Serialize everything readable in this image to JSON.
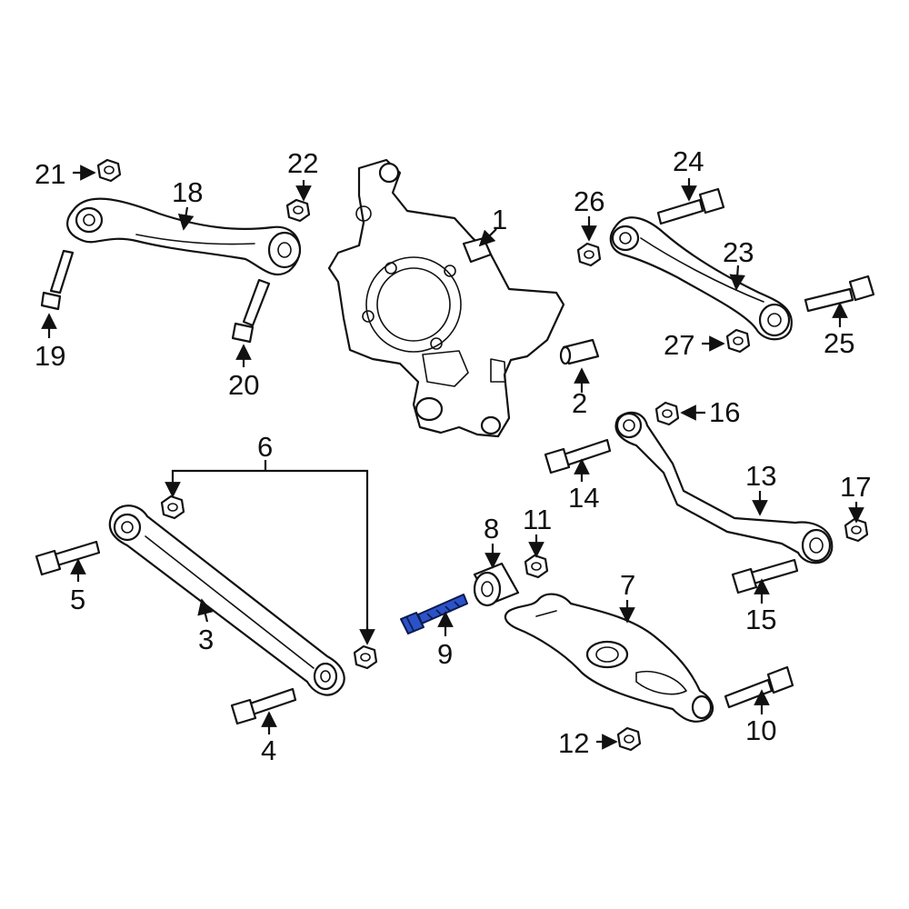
{
  "diagram": {
    "highlight_color": "#2b52c8",
    "highlighted_part": "9",
    "callouts": [
      {
        "id": "c1",
        "text": "1"
      },
      {
        "id": "c2",
        "text": "2"
      },
      {
        "id": "c3",
        "text": "3"
      },
      {
        "id": "c4",
        "text": "4"
      },
      {
        "id": "c5",
        "text": "5"
      },
      {
        "id": "c6",
        "text": "6"
      },
      {
        "id": "c7",
        "text": "7"
      },
      {
        "id": "c8",
        "text": "8"
      },
      {
        "id": "c9",
        "text": "9"
      },
      {
        "id": "c10",
        "text": "10"
      },
      {
        "id": "c11",
        "text": "11"
      },
      {
        "id": "c12",
        "text": "12"
      },
      {
        "id": "c13",
        "text": "13"
      },
      {
        "id": "c14",
        "text": "14"
      },
      {
        "id": "c15",
        "text": "15"
      },
      {
        "id": "c16",
        "text": "16"
      },
      {
        "id": "c17",
        "text": "17"
      },
      {
        "id": "c18",
        "text": "18"
      },
      {
        "id": "c19",
        "text": "19"
      },
      {
        "id": "c20",
        "text": "20"
      },
      {
        "id": "c21",
        "text": "21"
      },
      {
        "id": "c22",
        "text": "22"
      },
      {
        "id": "c23",
        "text": "23"
      },
      {
        "id": "c24",
        "text": "24"
      },
      {
        "id": "c25",
        "text": "25"
      },
      {
        "id": "c26",
        "text": "26"
      },
      {
        "id": "c27",
        "text": "27"
      }
    ]
  }
}
